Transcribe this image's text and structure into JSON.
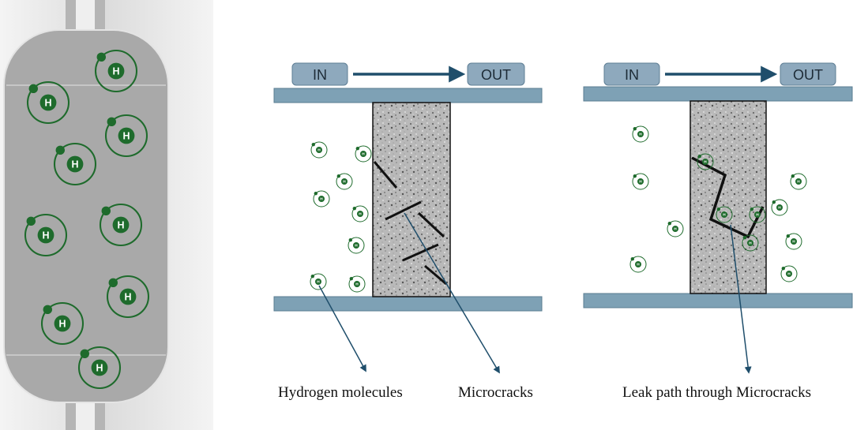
{
  "atom_symbol": "H",
  "flow": {
    "in_label": "IN",
    "out_label": "OUT"
  },
  "captions": {
    "hydrogen_molecules": "Hydrogen molecules",
    "microcracks": "Microcracks",
    "leak_path": "Leak path through Microcracks"
  },
  "colors": {
    "tank_body": "#a9a9a9",
    "tank_bg": "#d9d9d9",
    "atom_green": "#1e6b2c",
    "plate": "#7ea1b5",
    "flow_box": "#8ea9bd",
    "arrow": "#1f4e6b",
    "crack": "#111111"
  }
}
